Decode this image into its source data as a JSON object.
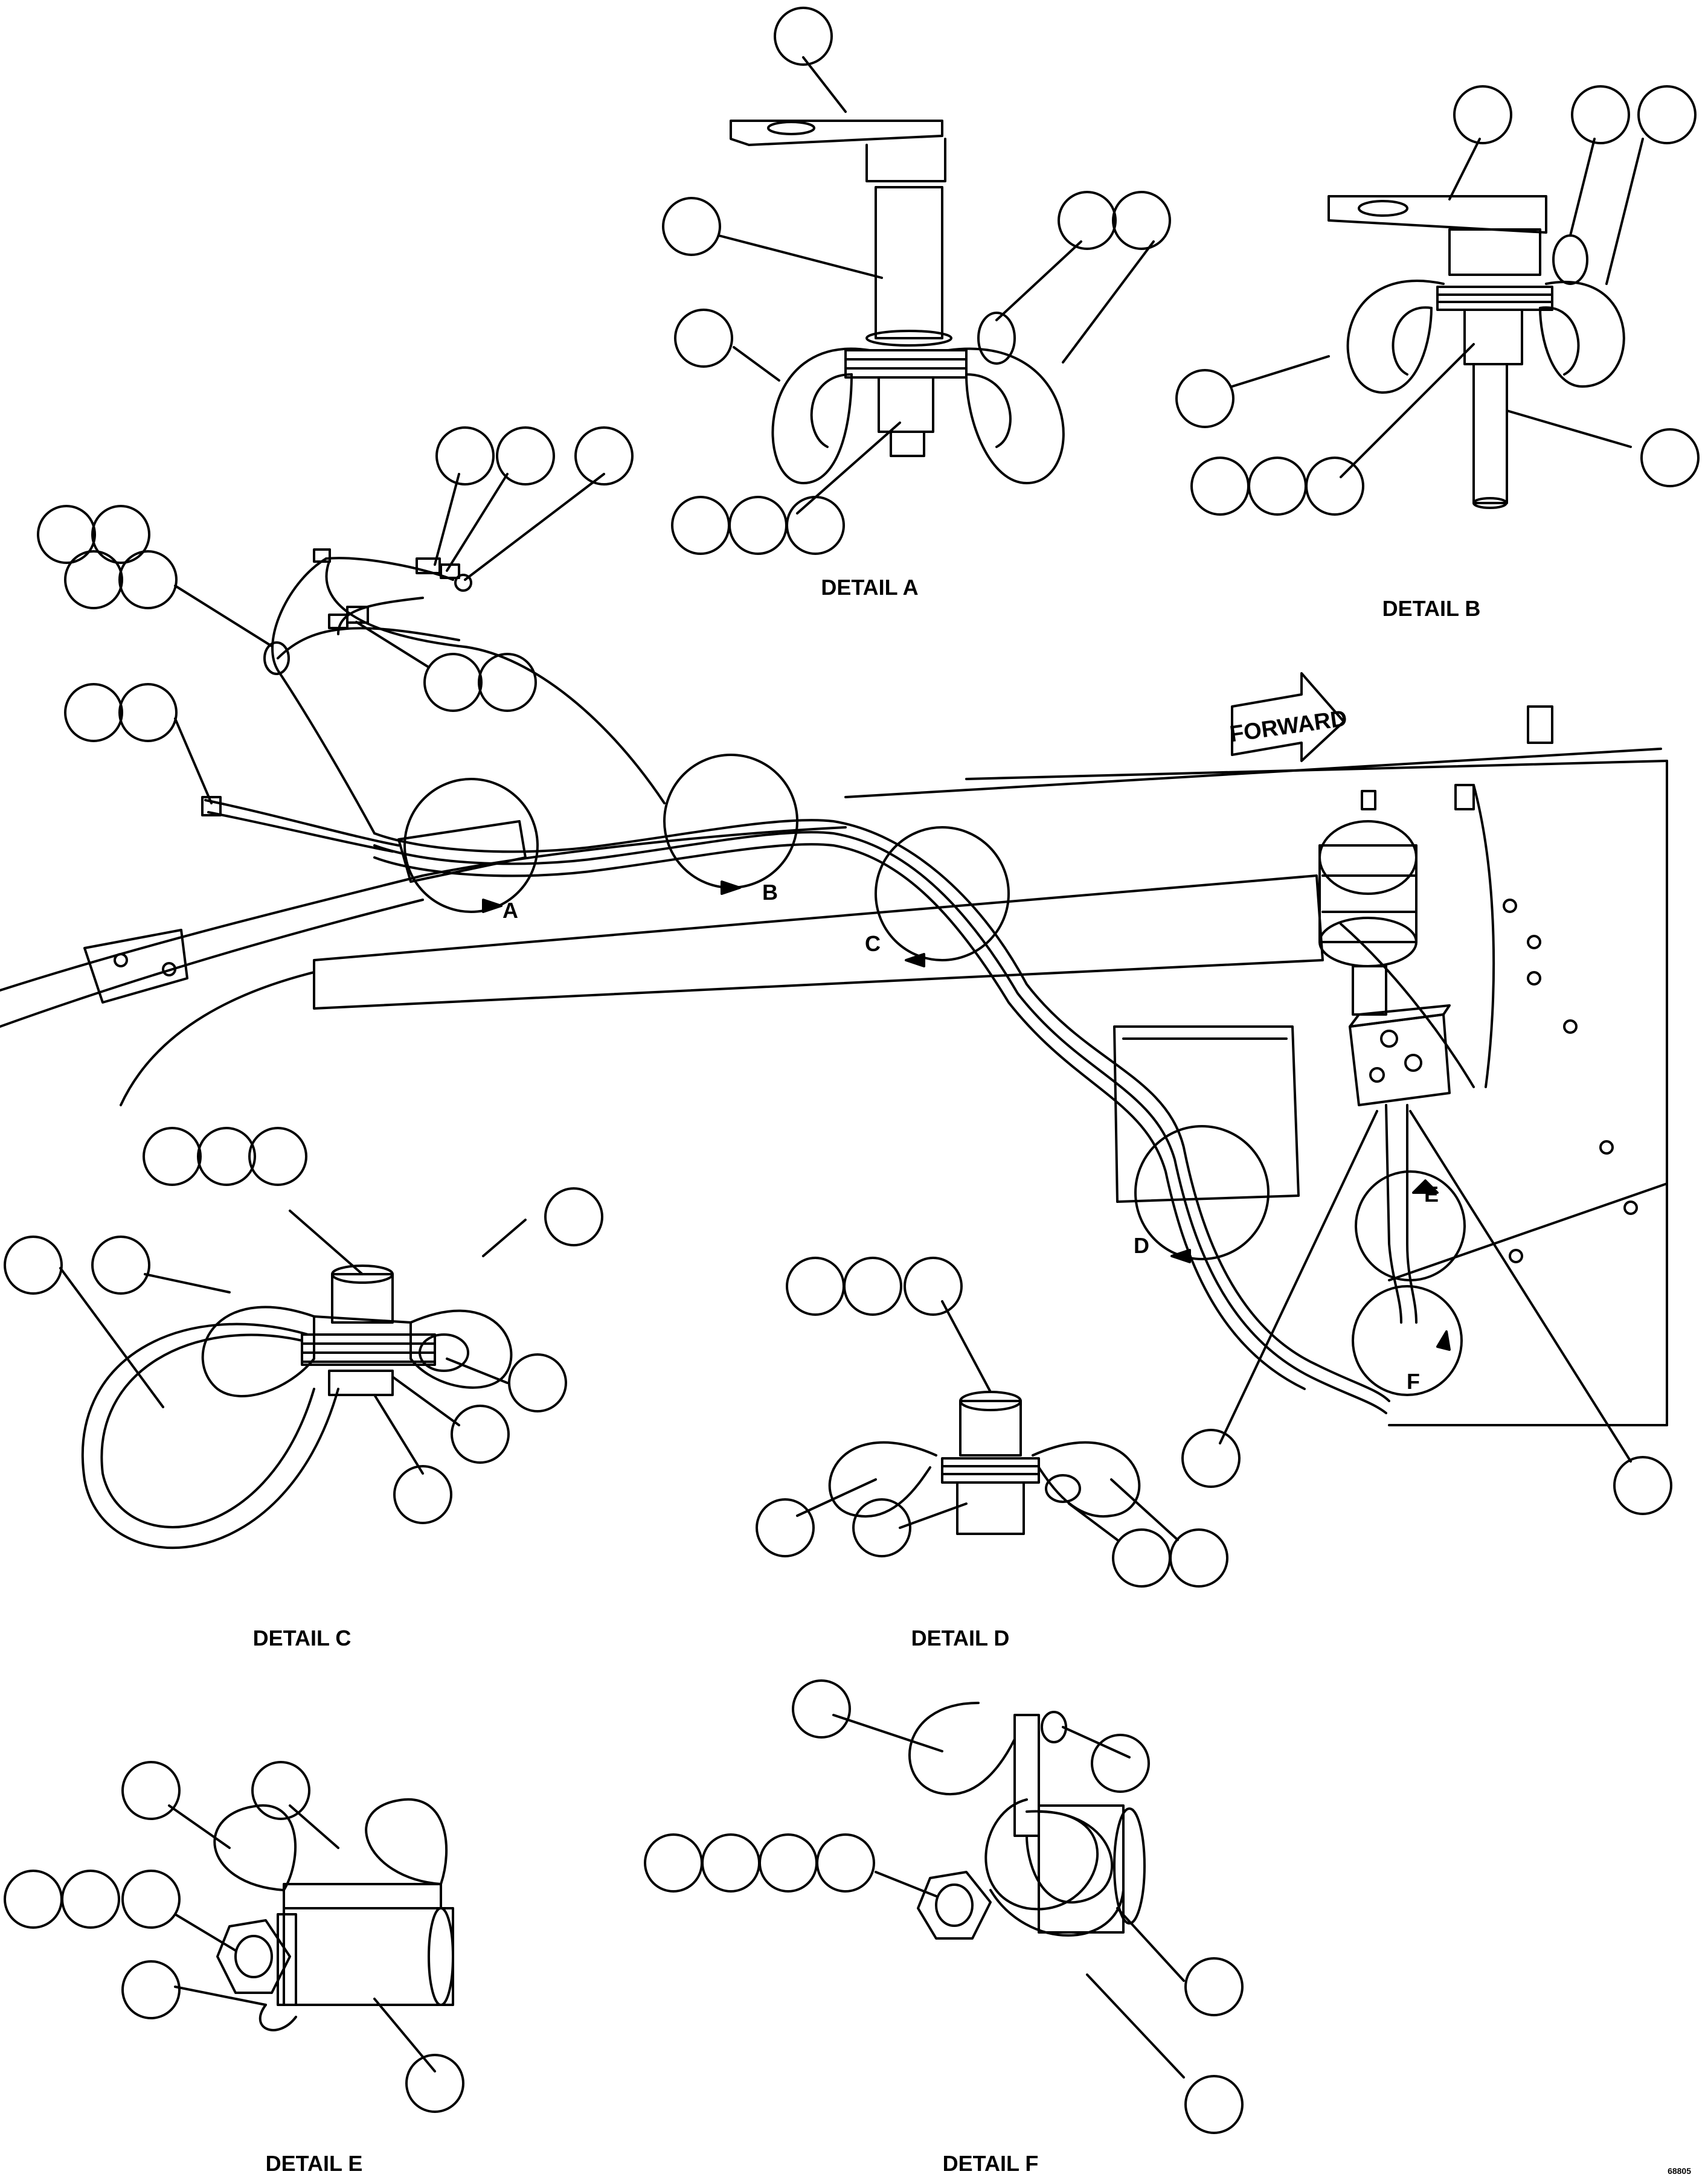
{
  "details": {
    "a": "DETAIL A",
    "b": "DETAIL B",
    "c": "DETAIL C",
    "d": "DETAIL D",
    "e": "DETAIL E",
    "f": "DETAIL F"
  },
  "main_view": {
    "forward_label": "FORWARD",
    "view_letters": [
      "A",
      "B",
      "C",
      "D",
      "E",
      "F"
    ]
  },
  "figure_number": "68805"
}
